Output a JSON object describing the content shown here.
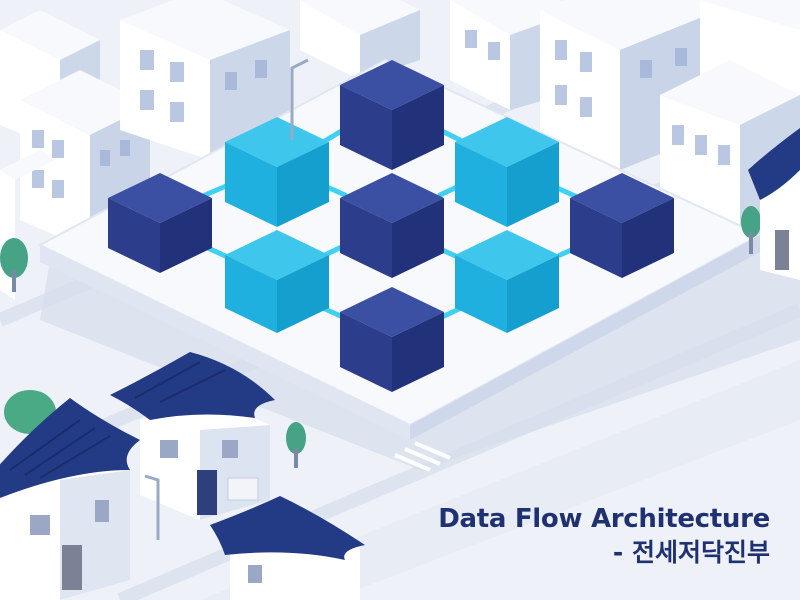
{
  "caption": {
    "title": "Data Flow Architecture",
    "subtitle": "- 전세저닥진부"
  },
  "palette": {
    "dark_cube": "#2d3f8f",
    "light_cube": "#20b4e0",
    "connector": "#3fd0f2",
    "platform": "#f7f9fd",
    "building": "#ffffff",
    "roof": "#233a85",
    "tree": "#47a385",
    "background": "#eef2f8"
  },
  "icons": [
    "dark-cube-node",
    "light-cube-node",
    "hanok-roof",
    "street-lamp",
    "tree"
  ]
}
